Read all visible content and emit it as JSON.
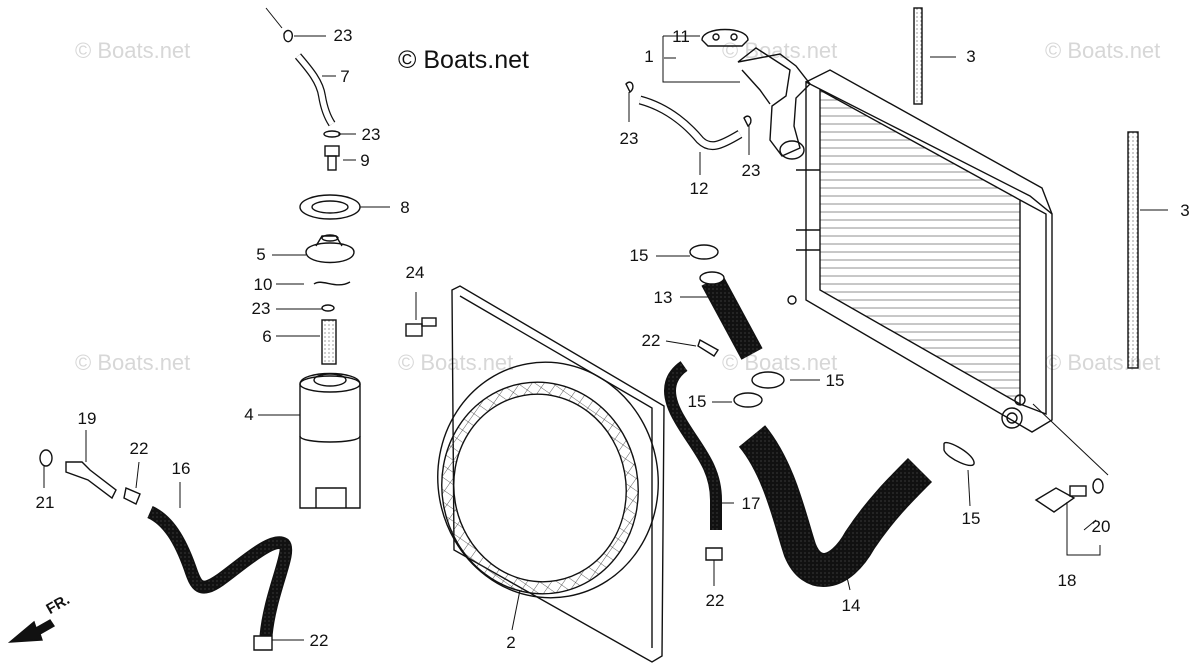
{
  "brand": "© Boats.net",
  "watermark": "© Boats.net",
  "direction_label": "FR.",
  "callouts": {
    "c1": "1",
    "c11": "11",
    "c3a": "3",
    "c3b": "3",
    "c23a": "23",
    "c7": "7",
    "c23b": "23",
    "c9": "9",
    "c8": "8",
    "c5": "5",
    "c10": "10",
    "c23c": "23",
    "c6": "6",
    "c4": "4",
    "c24": "24",
    "c23d": "23",
    "c12": "12",
    "c23e": "23",
    "c15a": "15",
    "c13": "13",
    "c22a": "22",
    "c15b": "15",
    "c15c": "15",
    "c15d": "15",
    "c17": "17",
    "c22b": "22",
    "c14": "14",
    "c2": "2",
    "c19": "19",
    "c21": "21",
    "c22c": "22",
    "c16": "16",
    "c22d": "22",
    "c20": "20",
    "c18": "18"
  }
}
